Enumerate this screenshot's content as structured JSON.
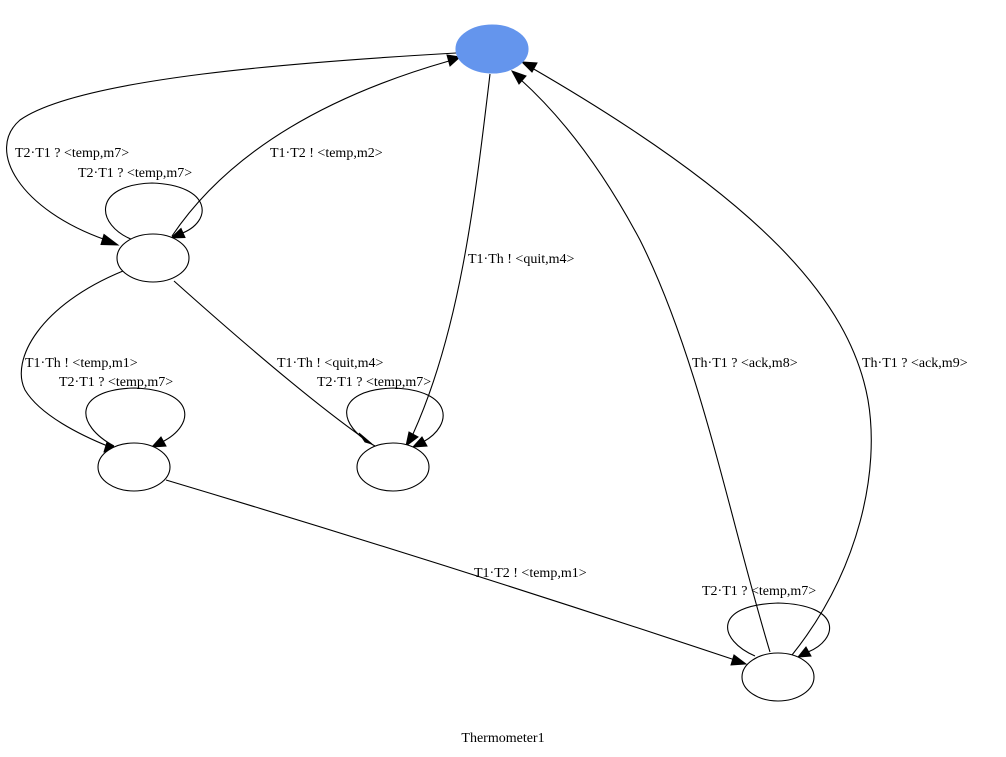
{
  "diagram": {
    "title": "Thermometer1",
    "initial_node_color": "#6495ed",
    "nodes": [
      {
        "id": "s0",
        "label": "",
        "initial": true
      },
      {
        "id": "s1",
        "label": ""
      },
      {
        "id": "s2",
        "label": ""
      },
      {
        "id": "s3",
        "label": ""
      },
      {
        "id": "s4",
        "label": ""
      }
    ],
    "edges": [
      {
        "from": "s0",
        "to": "s1",
        "label": "T2·T1 ? <temp,m7>"
      },
      {
        "from": "s1",
        "to": "s1",
        "label": "T2·T1 ? <temp,m7>"
      },
      {
        "from": "s1",
        "to": "s0",
        "label": "T1·T2 ! <temp,m2>"
      },
      {
        "from": "s0",
        "to": "s3",
        "label": "T1·Th ! <quit,m4>"
      },
      {
        "from": "s1",
        "to": "s2",
        "label": "T1·Th ! <temp,m1>"
      },
      {
        "from": "s2",
        "to": "s2",
        "label": "T2·T1 ? <temp,m7>"
      },
      {
        "from": "s1",
        "to": "s3",
        "label": "T1·Th ! <quit,m4>"
      },
      {
        "from": "s3",
        "to": "s3",
        "label": "T2·T1 ? <temp,m7>"
      },
      {
        "from": "s4",
        "to": "s0",
        "label": "Th·T1 ? <ack,m8>"
      },
      {
        "from": "s4",
        "to": "s0",
        "label": "Th·T1 ? <ack,m9>"
      },
      {
        "from": "s2",
        "to": "s4",
        "label": "T1·T2 ! <temp,m1>"
      },
      {
        "from": "s4",
        "to": "s4",
        "label": "T2·T1 ? <temp,m7>"
      }
    ]
  }
}
